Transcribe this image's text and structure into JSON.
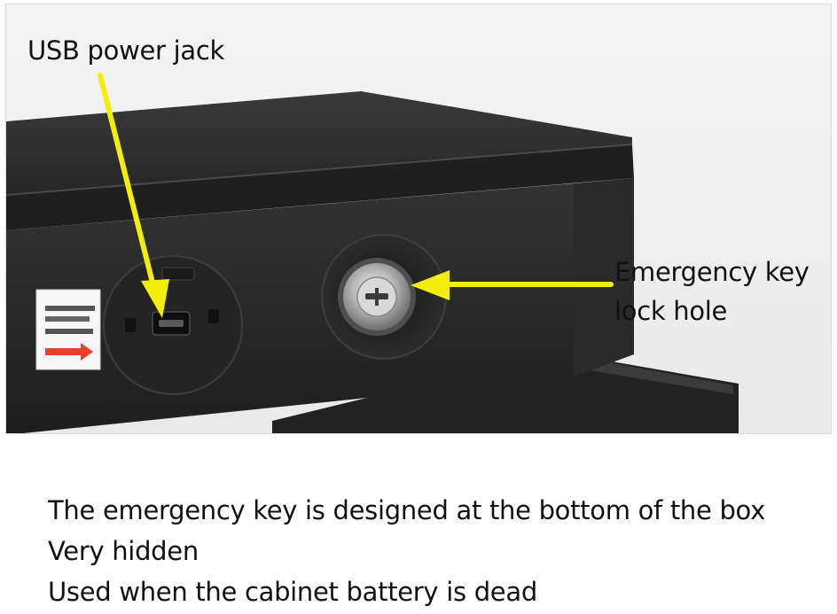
{
  "callouts": {
    "usb_power_jack": "USB power jack",
    "emergency_key": "Emergency key\nlock hole"
  },
  "caption": {
    "lines": [
      "The emergency key is designed at the bottom of the box",
      "Very hidden",
      "Used when the cabinet battery is dead"
    ]
  },
  "colors": {
    "arrow": "#f2ee0a",
    "box_body": "#2b2b2b",
    "sticker_arrow": "#e8402b"
  },
  "icons": {
    "usb_port": "micro-usb-port-icon",
    "key_lock": "cylinder-key-lock-icon"
  }
}
